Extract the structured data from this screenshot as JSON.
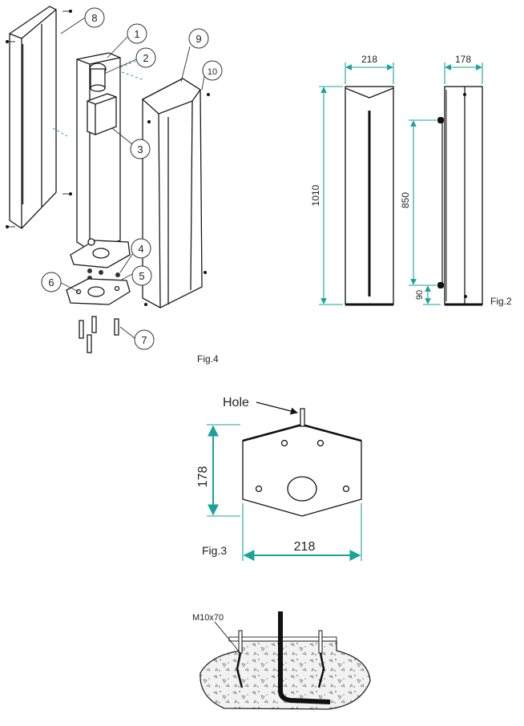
{
  "fig4": {
    "label": "Fig.4",
    "callouts": [
      "1",
      "2",
      "3",
      "4",
      "5",
      "6",
      "7",
      "8",
      "9",
      "10"
    ]
  },
  "fig2": {
    "label": "Fig.2",
    "dim_front_width": "218",
    "dim_side_width": "178",
    "dim_height": "1010",
    "dim_bolt_spacing": "850",
    "dim_bolt_offset": "90"
  },
  "fig3": {
    "label": "Fig.3",
    "hole_label": "Hole",
    "dim_height": "178",
    "dim_width": "218"
  },
  "foundation": {
    "bolt_label": "M10x70"
  }
}
